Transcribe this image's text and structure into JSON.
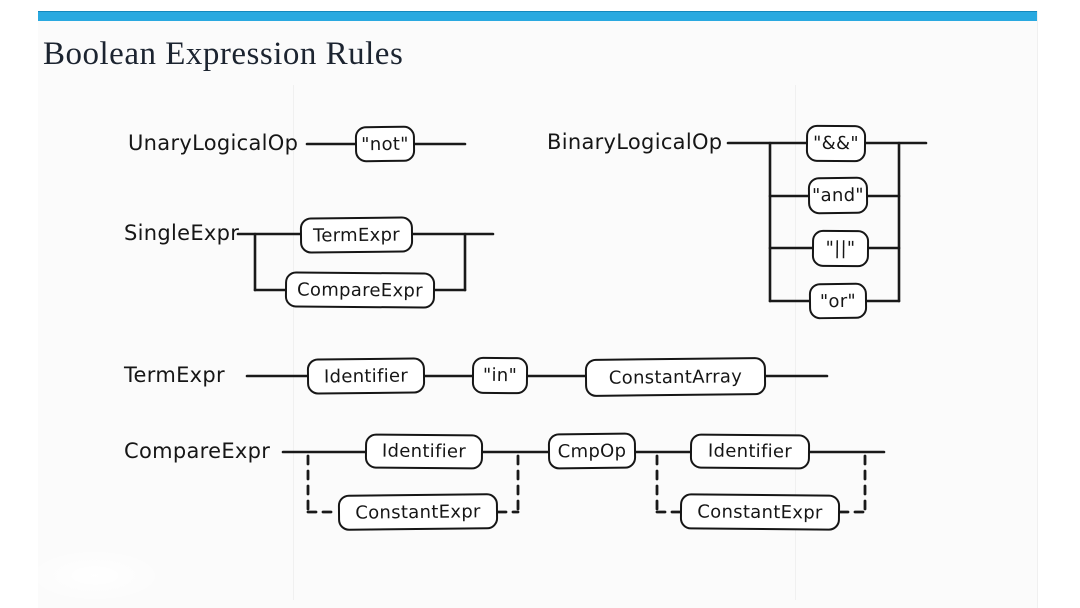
{
  "page": {
    "title": "Boolean Expression Rules",
    "accent_color": "#29a9e0",
    "ink_color": "#191919"
  },
  "rules": {
    "unary": {
      "label": "UnaryLogicalOp",
      "not": "\"not\""
    },
    "binary": {
      "label": "BinaryLogicalOp",
      "and_symbol": "\"&&\"",
      "and_word": "\"and\"",
      "or_symbol": "\"||\"",
      "or_word": "\"or\""
    },
    "single": {
      "label": "SingleExpr",
      "term": "TermExpr",
      "compare": "CompareExpr"
    },
    "term": {
      "label": "TermExpr",
      "identifier": "Identifier",
      "in_keyword": "\"in\"",
      "constant_array": "ConstantArray"
    },
    "compare": {
      "label": "CompareExpr",
      "identifier_left": "Identifier",
      "constant_expr_left": "ConstantExpr",
      "cmp_op": "CmpOp",
      "identifier_right": "Identifier",
      "constant_expr_right": "ConstantExpr"
    }
  }
}
